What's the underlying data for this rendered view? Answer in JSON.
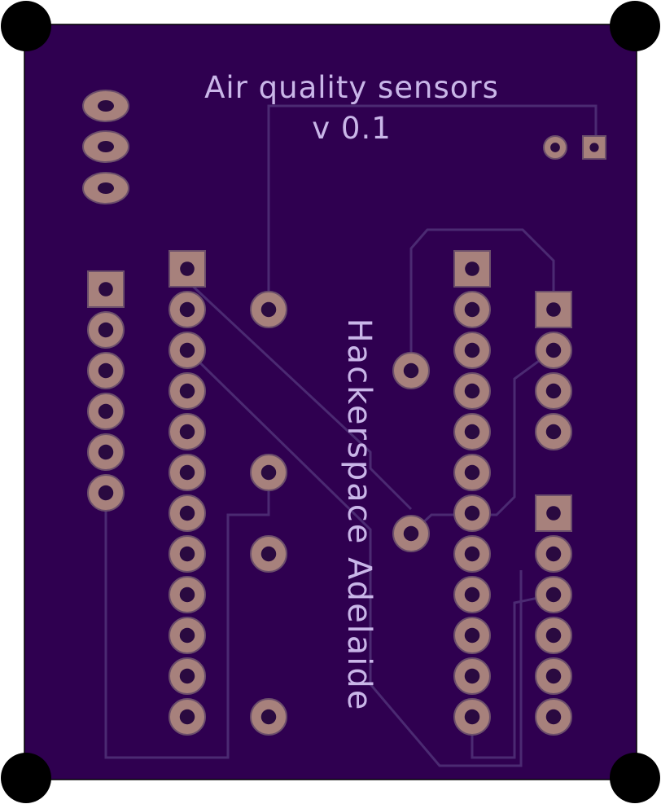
{
  "board": {
    "title_line1": "Air quality sensors",
    "title_line2": "v 0.1",
    "side_label": "Hackerspace Adelaide"
  },
  "colors": {
    "substrate": "#2f0050",
    "trace": "#4b2a72",
    "silkscreen": "#c9b6e8",
    "pad_copper": "#a7817c",
    "pad_outline": "#6b4e6b",
    "drill_hole": "#2a0a40",
    "mounting_hole": "#000000",
    "background": "#ffffff"
  },
  "icons": {
    "mounting_hole": "black-circle",
    "square_pad": "pin-1-marker",
    "round_pad": "through-hole-pad",
    "oval_pad": "oblong-pad"
  }
}
